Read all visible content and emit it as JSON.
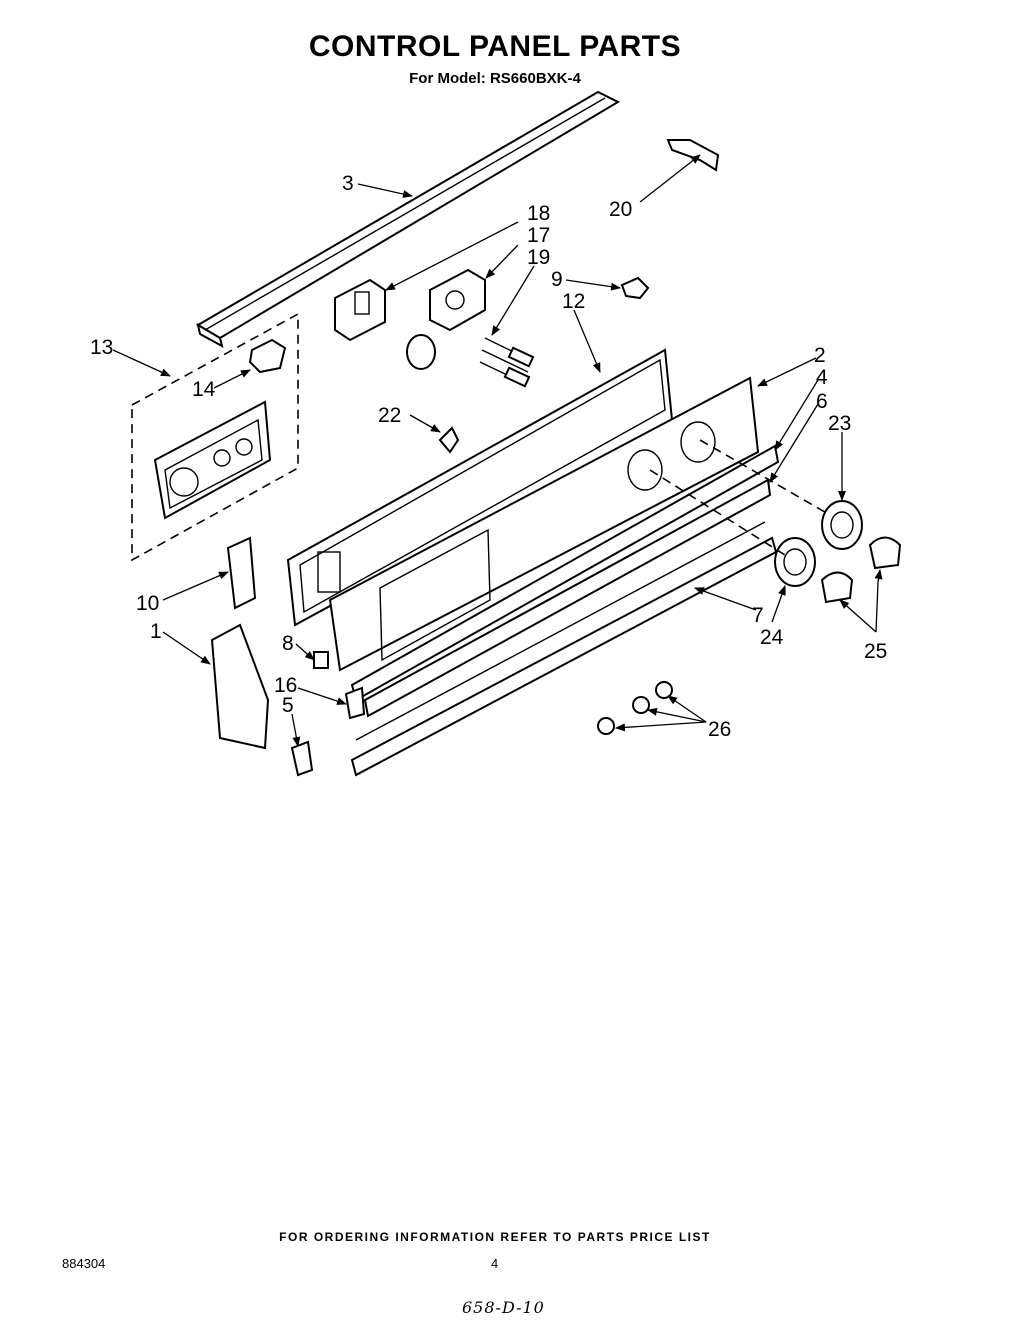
{
  "header": {
    "title": "CONTROL PANEL PARTS",
    "subtitle": "For Model: RS660BXK-4"
  },
  "callouts": [
    "1",
    "2",
    "3",
    "4",
    "5",
    "6",
    "7",
    "8",
    "9",
    "10",
    "12",
    "13",
    "14",
    "16",
    "17",
    "18",
    "19",
    "20",
    "22",
    "23",
    "24",
    "25",
    "26"
  ],
  "footer": {
    "ordering_note": "FOR ORDERING INFORMATION REFER TO PARTS PRICE LIST",
    "document_number": "884304",
    "page_number": "4",
    "handwritten_code": "658-D-10"
  }
}
